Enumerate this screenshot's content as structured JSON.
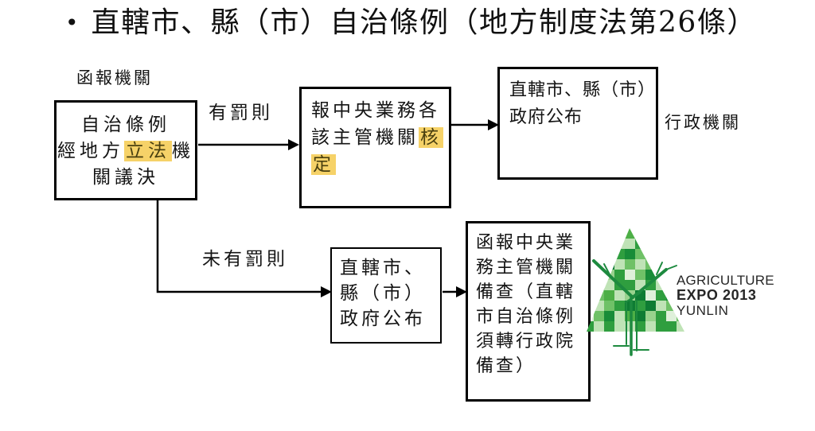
{
  "title": {
    "bullet": "•",
    "text": "直轄市、縣（市）自治條例（地方制度法第26條）"
  },
  "labels": {
    "reporting_agency": "函報機關",
    "with_penalty": "有罰則",
    "without_penalty": "未有罰則",
    "executive_agency": "行政機關"
  },
  "flow": {
    "box_resolution": {
      "lines": [
        [
          {
            "t": "自治條例"
          }
        ],
        [
          {
            "t": "經地方"
          },
          {
            "t": "立法",
            "hl": true
          },
          {
            "t": "機"
          }
        ],
        [
          {
            "t": "關議決"
          }
        ]
      ]
    },
    "box_approval": {
      "lines": [
        [
          {
            "t": "報中央業務各"
          }
        ],
        [
          {
            "t": "該主管機關"
          },
          {
            "t": "核",
            "hl": true
          }
        ],
        [
          {
            "t": "定",
            "hl": true
          }
        ]
      ]
    },
    "box_promulgate_penalty": {
      "lines": [
        "直轄市、縣（市）",
        "政府公布"
      ]
    },
    "box_promulgate_no_penalty": {
      "lines": [
        "直轄市、",
        "縣（市）",
        "政府公布"
      ]
    },
    "box_record": {
      "lines": [
        "函報中央業",
        "務主管機關",
        "備查（直轄",
        "市自治條例",
        "須轉行政院",
        "備查）"
      ]
    }
  },
  "logo": {
    "line1": "AGRICULTURE",
    "line2": "EXPO 2013",
    "line3": "YUNLIN",
    "text_color": "#262626",
    "branch_color": "#1d8a3f",
    "palette": [
      "#dff0da",
      "#bfe3b6",
      "#98d28d",
      "#6fc167",
      "#4daf46",
      "#2f9e3f",
      "#188c38",
      "#0e7c33"
    ]
  },
  "colors": {
    "highlight": "#f6d268",
    "connector": "#000000"
  }
}
